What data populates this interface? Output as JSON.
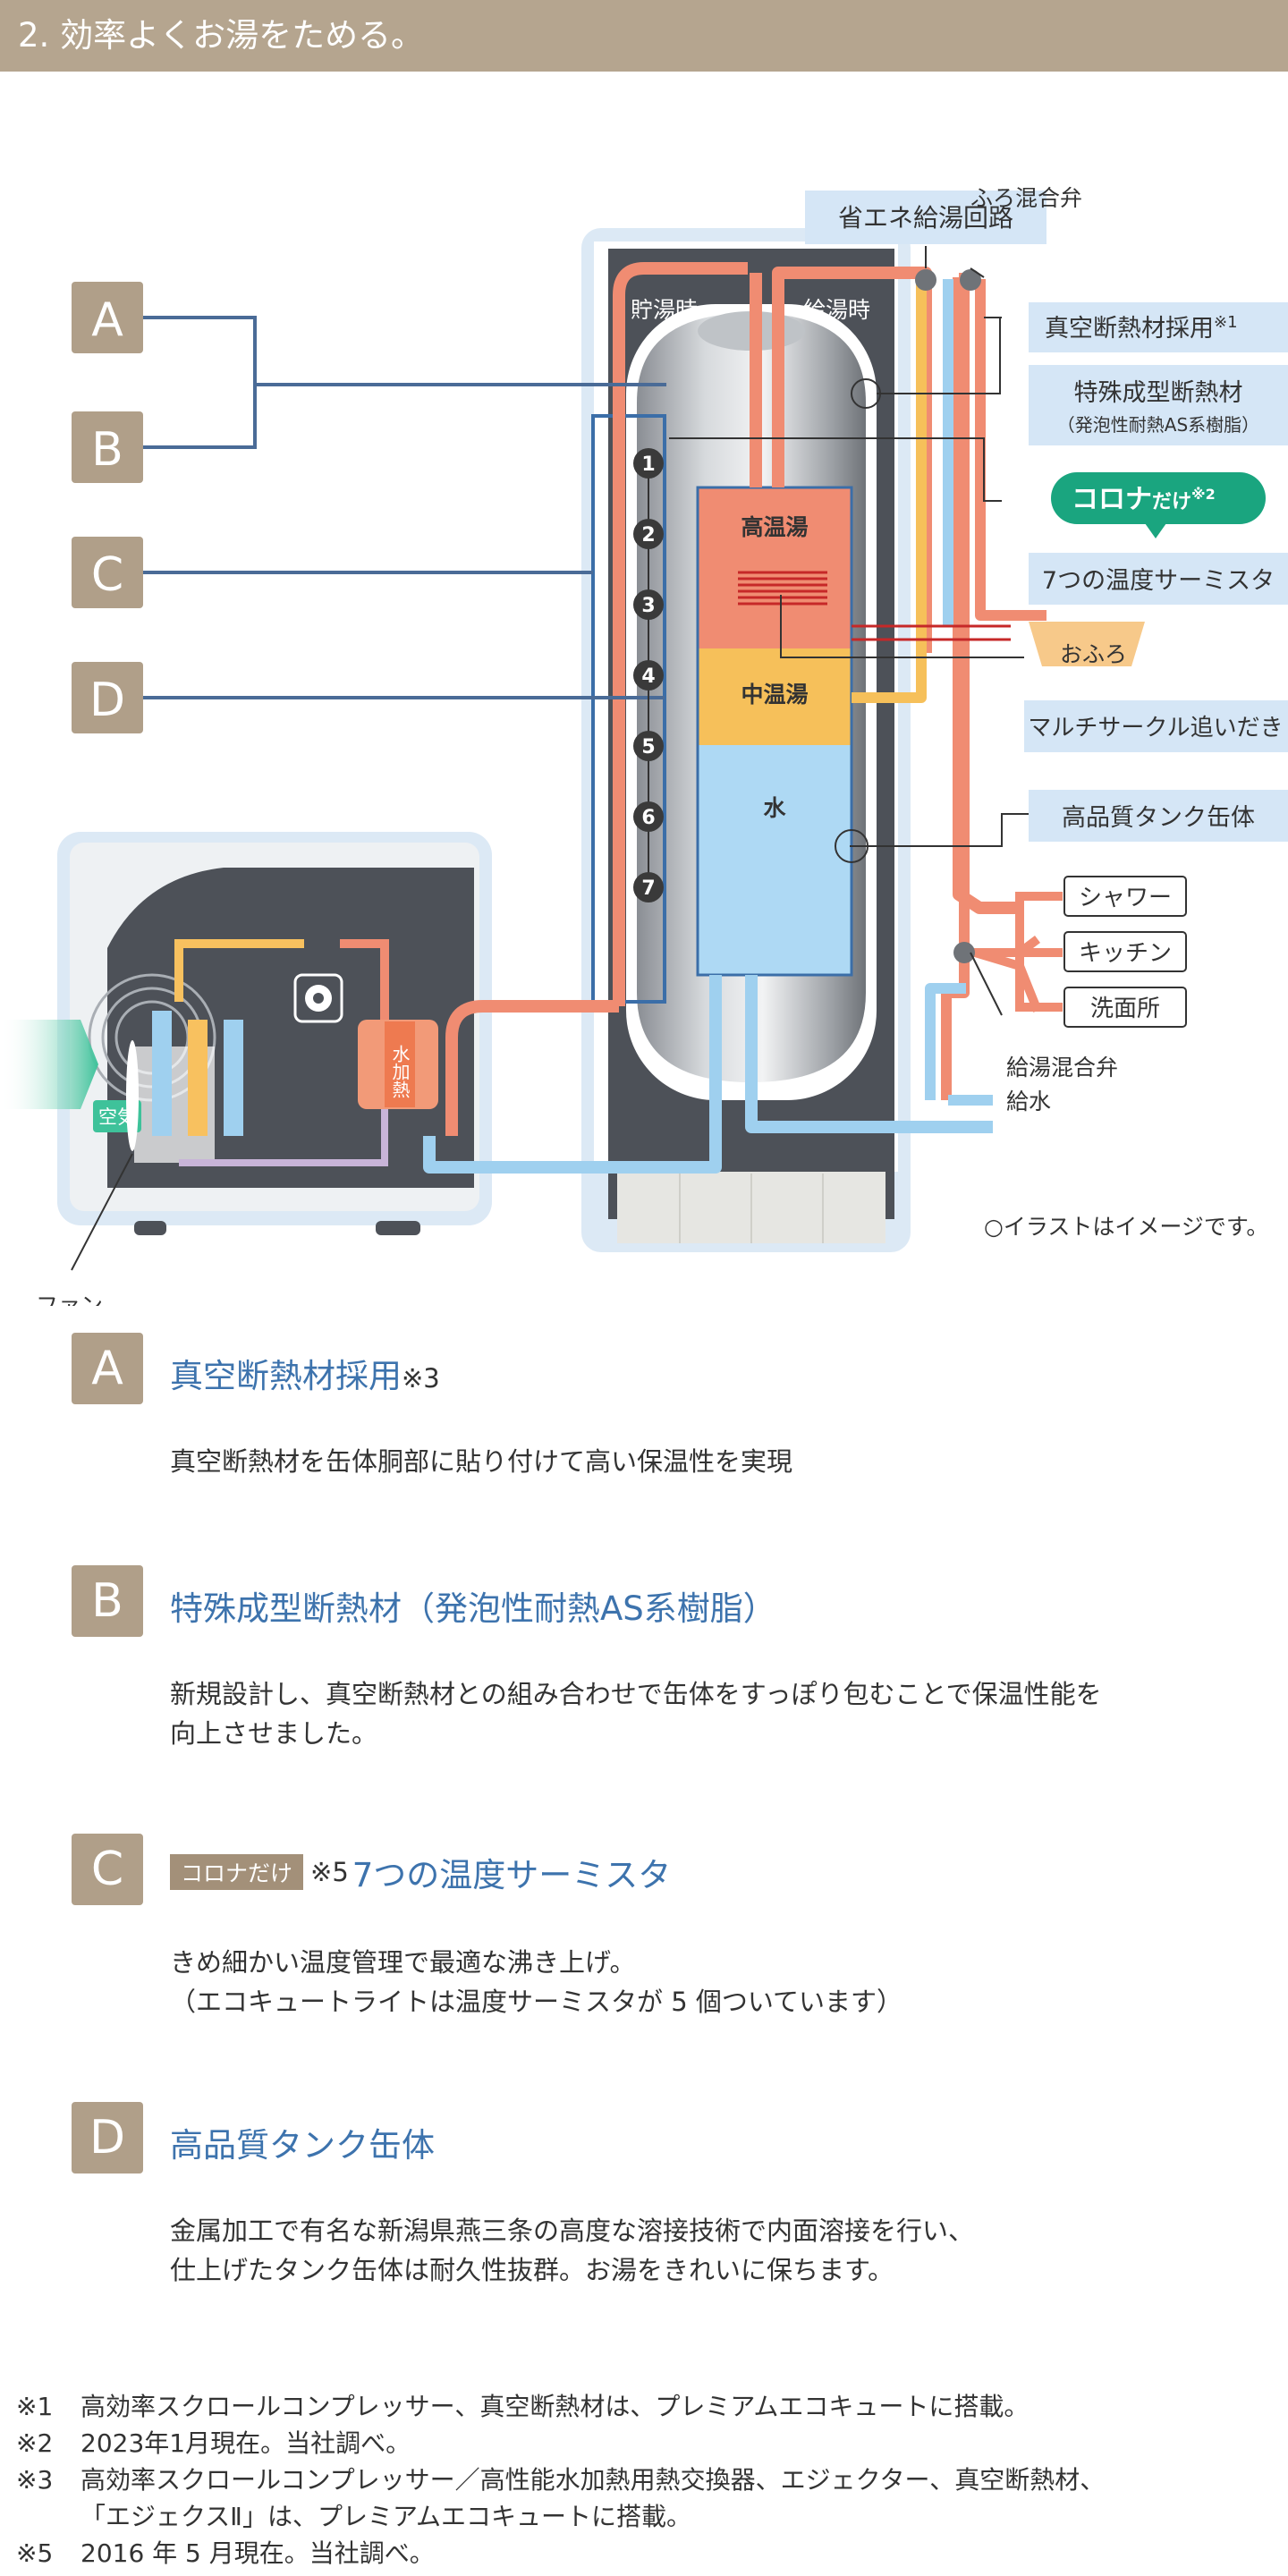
{
  "header": {
    "title": "2. 効率よくお湯をためる。"
  },
  "diagram": {
    "letters": [
      "A",
      "B",
      "C",
      "D"
    ],
    "tank_modes": {
      "storage": "貯湯時",
      "supply": "給湯時"
    },
    "sensor_numbers": [
      "1",
      "2",
      "3",
      "4",
      "5",
      "6",
      "7"
    ],
    "tank_layers": {
      "high": "高温湯",
      "mid": "中温湯",
      "water": "水"
    },
    "callouts": {
      "energy_circuit": "省エネ給湯回路",
      "bath_valve": "ふろ混合弁",
      "vacuum_insulation": "真空断熱材採用",
      "vacuum_note": "※1",
      "special_insulation": "特殊成型断熱材",
      "special_insulation_sub": "（発泡性耐熱AS系樹脂）",
      "corona_only": "コロナ",
      "corona_only_suffix": "だけ",
      "corona_note": "※2",
      "thermistor": "7つの温度サーミスタ",
      "bath": "おふろ",
      "multi_circle": "マルチサークル追いだき",
      "tank_body": "高品質タンク缶体",
      "shower": "シャワー",
      "kitchen": "キッチン",
      "washroom": "洗面所",
      "supply_valve": "給湯混合弁",
      "water_supply": "給水",
      "air": "空気",
      "fan": "ファン",
      "heat_exchanger": "水加熱",
      "illustration_note": "○イラストはイメージです。"
    }
  },
  "sections": [
    {
      "letter": "A",
      "title": "真空断熱材採用",
      "note": "※3",
      "body": [
        "真空断熱材を缶体胴部に貼り付けて高い保温性を実現"
      ]
    },
    {
      "letter": "B",
      "title": "特殊成型断熱材（発泡性耐熱AS系樹脂）",
      "body": [
        "新規設計し、真空断熱材との組み合わせで缶体をすっぽり包むことで保温性能を",
        "向上させました。"
      ]
    },
    {
      "letter": "C",
      "tag": "コロナだけ",
      "note": "※5",
      "title": "7つの温度サーミスタ",
      "body": [
        "きめ細かい温度管理で最適な沸き上げ。",
        "（エコキュートライトは温度サーミスタが 5 個ついています）"
      ]
    },
    {
      "letter": "D",
      "title": "高品質タンク缶体",
      "body": [
        "金属加工で有名な新潟県燕三条の高度な溶接技術で内面溶接を行い、",
        "仕上げたタンク缶体は耐久性抜群。お湯をきれいに保ちます。"
      ]
    }
  ],
  "footnotes": [
    {
      "mark": "※1",
      "lines": [
        "高効率スクロールコンプレッサー、真空断熱材は、プレミアムエコキュートに搭載。"
      ]
    },
    {
      "mark": "※2",
      "lines": [
        "2023年1月現在。当社調べ。"
      ]
    },
    {
      "mark": "※3",
      "lines": [
        "高効率スクロールコンプレッサー／高性能水加熱用熱交換器、エジェクター、真空断熱材、",
        "「エジェクスⅡ」は、プレミアムエコキュートに搭載。"
      ]
    },
    {
      "mark": "※5",
      "lines": [
        "2016 年 5 月現在。当社調べ。"
      ]
    }
  ],
  "colors": {
    "header": "#b5a58f",
    "letter_box": "#b09f89",
    "title_blue": "#3d73ad",
    "callout_bg": "#d5e6f6",
    "hot_pipe": "#ee8d75",
    "warm": "#f8c15f",
    "cold_pipe": "#9fd0ef",
    "tank_high": "#f08c72",
    "tank_mid": "#f6c05a",
    "tank_water": "#aed9f4",
    "corona_green": "#1aa57f"
  }
}
